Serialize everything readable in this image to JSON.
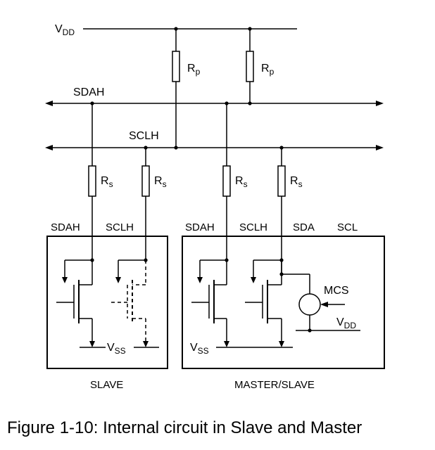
{
  "supply": {
    "vdd_main": "V",
    "vdd_main_sub": "DD",
    "vdd_mcs": "V",
    "vdd_mcs_sub": "DD",
    "vss": "V",
    "vss_sub": "SS"
  },
  "bus": {
    "sdah": "SDAH",
    "sclh": "SCLH"
  },
  "resistors": {
    "pullup": "R",
    "pullup_sub": "p",
    "series": "R",
    "series_sub": "s"
  },
  "slave": {
    "pin_sdah": "SDAH",
    "pin_sclh": "SCLH",
    "vss": "V",
    "vss_sub": "SS",
    "caption": "SLAVE"
  },
  "master": {
    "pin_sdah": "SDAH",
    "pin_sclh": "SCLH",
    "pin_sda": "SDA",
    "pin_scl": "SCL",
    "vss": "V",
    "vss_sub": "SS",
    "current_source": "MCS",
    "vdd": "V",
    "vdd_sub": "DD",
    "caption": "MASTER/SLAVE"
  },
  "figure_caption": "Figure 1-10: Internal circuit in Slave and Master"
}
